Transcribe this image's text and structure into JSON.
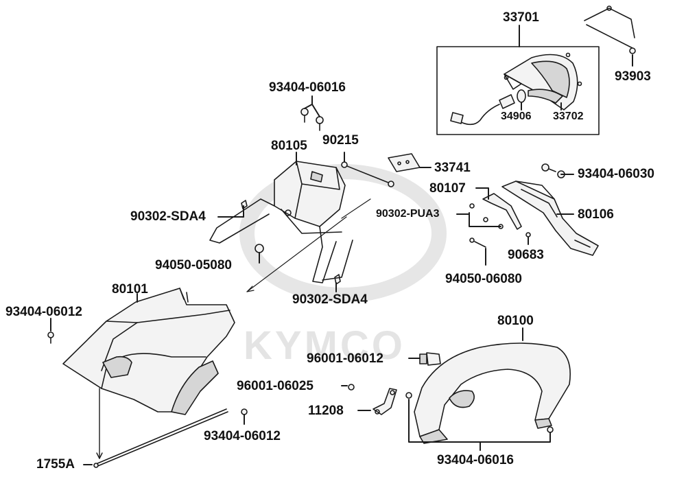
{
  "watermark": "KYMCO",
  "colors": {
    "line": "#1a1a1a",
    "part_fill": "#f3f3f3",
    "part_shade": "#d6d6d6",
    "watermark": "#e4e4e4"
  },
  "labels": {
    "p33701": "33701",
    "p93903": "93903",
    "p34906": "34906",
    "p33702": "33702",
    "p93404_06016_top": "93404-06016",
    "p80105": "80105",
    "p90215": "90215",
    "p33741": "33741",
    "p93404_06030": "93404-06030",
    "p80107": "80107",
    "p90302_sda4_left": "90302-SDA4",
    "p90302_pua3": "90302-PUA3",
    "p80106": "80106",
    "p90683": "90683",
    "p94050_05080": "94050-05080",
    "p94050_06080": "94050-06080",
    "p80101": "80101",
    "p90302_sda4_bottom": "90302-SDA4",
    "p93404_06012_left": "93404-06012",
    "p80100": "80100",
    "p96001_06012": "96001-06012",
    "p96001_06025": "96001-06025",
    "p11208": "11208",
    "p93404_06012_bottom": "93404-06012",
    "p1755A": "1755A",
    "p93404_06016_bottom": "93404-06016"
  }
}
